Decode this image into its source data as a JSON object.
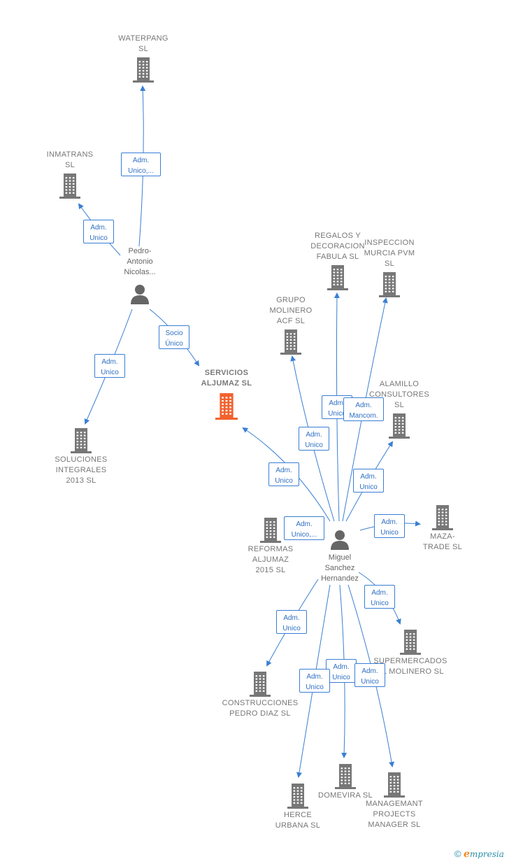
{
  "colors": {
    "edge": "#3a7fd4",
    "building": "#777777",
    "highlight": "#f2622e",
    "person": "#666666"
  },
  "companies": {
    "waterpang": "WATERPANG SL",
    "inmatrans": "INMATRANS SL",
    "servicios": "SERVICIOS ALJUMAZ SL",
    "soluciones": "SOLUCIONES INTEGRALES 2013 SL",
    "regalos": "REGALOS Y DECORACION FABULA SL",
    "inspeccion": "INSPECCION MURCIA PVM SL",
    "grupo": "GRUPO MOLINERO ACF SL",
    "alamillo": "ALAMILLO CONSULTORES SL",
    "maza": "MAZA-TRADE SL",
    "reformas": "REFORMAS ALJUMAZ 2015 SL",
    "supermercados": "SUPERMERCADOS EL MOLINERO SL",
    "construcciones": "CONSTRUCCIONES PEDRO DIAZ SL",
    "domevira": "DOMEVIRA SL",
    "herce": "HERCE URBANA SL",
    "managemant": "MANAGEMANT PROJECTS MANAGER SL"
  },
  "persons": {
    "pedro": "Pedro-Antonio Nicolas...",
    "miguel": "Miguel Sanchez Hernandez"
  },
  "edge_labels": {
    "pedro_waterpang": "Adm. Unico,...",
    "pedro_inmatrans": "Adm. Unico",
    "pedro_servicios": "Socio Único",
    "pedro_soluciones": "Adm. Unico",
    "miguel_regalos": "Adm. Unico",
    "miguel_inspeccion": "Adm. Mancom.",
    "miguel_grupo": "Adm. Unico",
    "miguel_servicios": "Adm. Unico",
    "miguel_alamillo": "Adm. Unico",
    "miguel_reformas": "Adm. Unico,...",
    "miguel_maza": "Adm. Unico",
    "miguel_supermercados": "Adm. Unico",
    "miguel_construcciones": "Adm. Unico",
    "miguel_herce": "Adm. Unico",
    "miguel_domevira": "Adm. Unico",
    "miguel_managemant": "Adm. Unico"
  },
  "footer": {
    "copyright": "©",
    "brand_initial": "e",
    "brand_rest": "mpresia"
  }
}
